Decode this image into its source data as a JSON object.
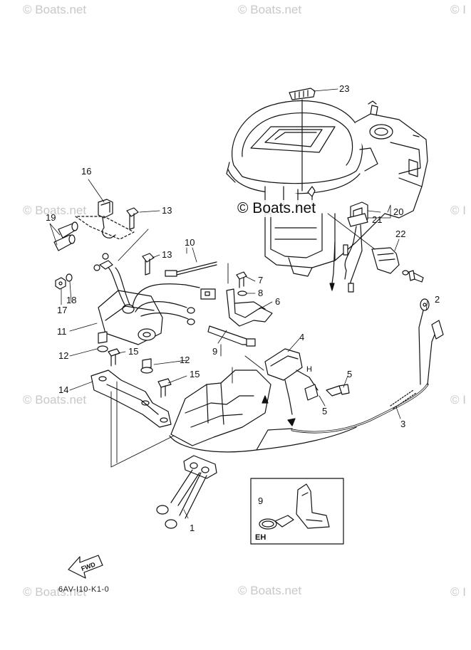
{
  "watermark": {
    "text": "© Boats.net",
    "edge_text": "© I"
  },
  "main_watermark": "© Boats.net",
  "parts": [
    "1",
    "2",
    "3",
    "4",
    "5",
    "5",
    "6",
    "7",
    "8",
    "9",
    "9",
    "10",
    "11",
    "12",
    "12",
    "13",
    "13",
    "14",
    "15",
    "15",
    "16",
    "17",
    "18",
    "19",
    "20",
    "21",
    "22",
    "23"
  ],
  "inset_label": "EH",
  "inset_part": "9",
  "h_marker": "H",
  "fwd_label": "FWD",
  "diagram_code": "6AV-I10-K1-0"
}
